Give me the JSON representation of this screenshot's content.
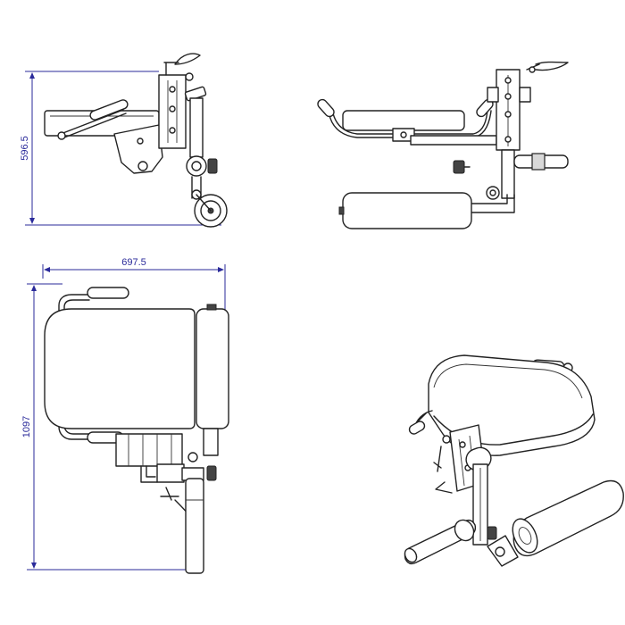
{
  "dimensions": {
    "side_height": "596.5",
    "top_width": "697.5",
    "top_length": "1097"
  },
  "colors": {
    "dimension": "#2a2a9a",
    "outline": "#222222"
  }
}
